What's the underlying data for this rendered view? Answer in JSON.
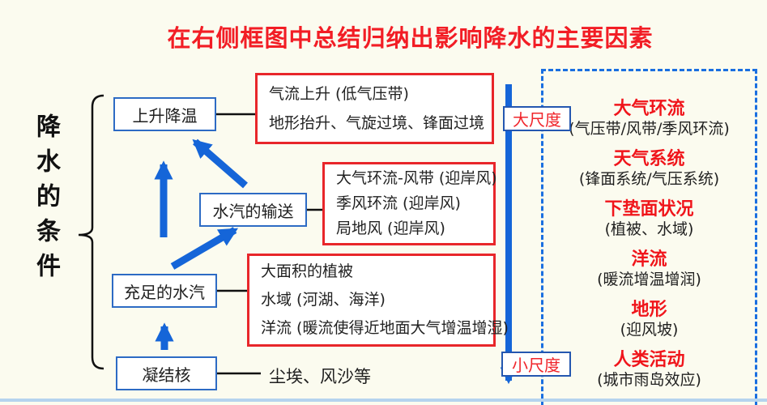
{
  "title": "在右侧框图中总结归纳出影响降水的主要因素",
  "left_label": "降水的条件",
  "condition_boxes": [
    {
      "label": "上升降温"
    },
    {
      "label": "水汽的输送"
    },
    {
      "label": "充足的水汽"
    },
    {
      "label": "凝结核"
    }
  ],
  "detail_boxes": [
    {
      "lines": [
        "气流上升 (低气压带)",
        "地形抬升、气旋过境、锋面过境"
      ]
    },
    {
      "lines": [
        "大气环流-风带 (迎岸风)",
        "季风环流 (迎岸风)",
        "局地风 (迎岸风)"
      ]
    },
    {
      "lines": [
        "大面积的植被",
        "水域 (河湖、海洋)",
        "洋流 (暖流使得近地面大气增温增湿)"
      ]
    }
  ],
  "nuclei_note": "尘埃、风沙等",
  "scale_labels": {
    "large": "大尺度",
    "small": "小尺度"
  },
  "factors": [
    {
      "name": "大气环流",
      "detail": "(气压带/风带/季风环流)"
    },
    {
      "name": "天气系统",
      "detail": "(锋面系统/气压系统)"
    },
    {
      "name": "下垫面状况",
      "detail": "(植被、水域)"
    },
    {
      "name": "洋流",
      "detail": "(暖流增温增润)"
    },
    {
      "name": "地形",
      "detail": "(迎风坡)"
    },
    {
      "name": "人类活动",
      "detail": "(城市雨岛效应)"
    }
  ],
  "colors": {
    "red_text": "#f21d25",
    "red_border": "#e8262a",
    "blue_arrow": "#1565d8",
    "blue_box_border": "#2d6bc4",
    "dashed_border": "#1a6fe0",
    "text": "#1f1f1f"
  }
}
